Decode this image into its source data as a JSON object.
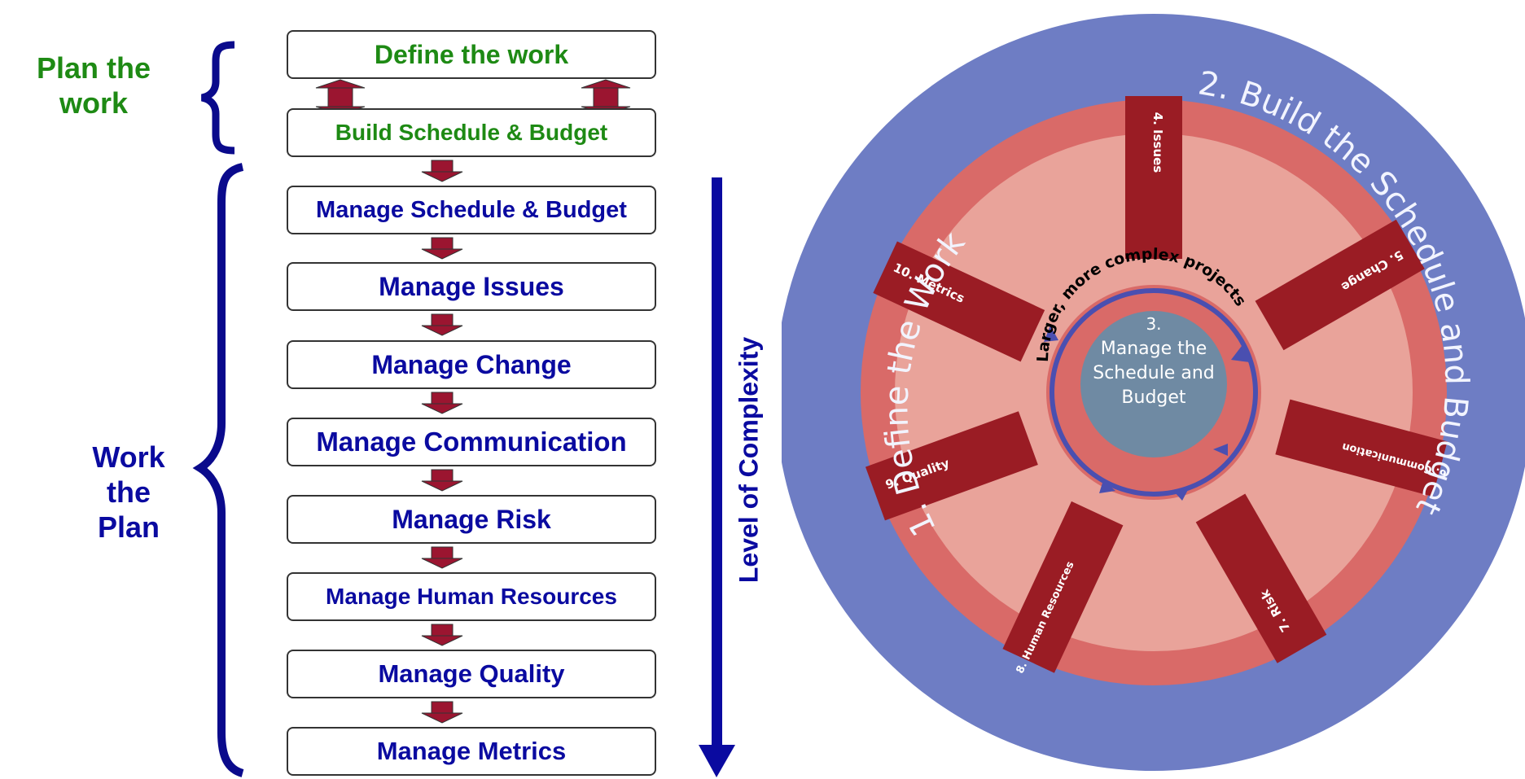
{
  "plan_label": "Plan the\nwork",
  "work_label": "Work\nthe\nPlan",
  "complexity_label": "Level of Complexity",
  "steps": [
    {
      "label": "Define the work",
      "color": "green"
    },
    {
      "label": "Build Schedule & Budget",
      "color": "green"
    },
    {
      "label": "Manage Schedule & Budget",
      "color": "navy"
    },
    {
      "label": "Manage Issues",
      "color": "navy"
    },
    {
      "label": "Manage Change",
      "color": "navy"
    },
    {
      "label": "Manage Communication",
      "color": "navy"
    },
    {
      "label": "Manage Risk",
      "color": "navy"
    },
    {
      "label": "Manage Human Resources",
      "color": "navy"
    },
    {
      "label": "Manage Quality",
      "color": "navy"
    },
    {
      "label": "Manage Metrics",
      "color": "navy"
    }
  ],
  "wheel": {
    "outer_left": "1. Define the Work",
    "outer_right": "2. Build the Schedule and Budget",
    "inner_arc": "Larger, more complex projects",
    "center_number": "3.",
    "center_line1": "Manage the",
    "center_line2": "Schedule and",
    "center_line3": "Budget",
    "spokes": [
      "4. Issues",
      "5. Change",
      "6. Communication",
      "7. Risk",
      "8. Human Resources",
      "9. Quality",
      "10. Metrics"
    ]
  },
  "colors": {
    "green": "#1e8a14",
    "navy": "#0a0aa0",
    "arrow_maroon": "#9b1530",
    "wheel_blue": "#6e7dc4",
    "wheel_pink_outer": "#d96a68",
    "wheel_pink_inner": "#e9a39a",
    "spoke": "#9a1c24",
    "hub": "#6f8aa3"
  }
}
